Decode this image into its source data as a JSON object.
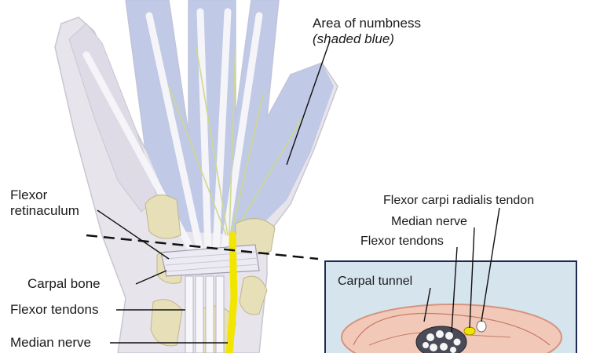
{
  "labels": {
    "area_of_numbness": "Area of numbness",
    "shaded_blue": "(shaded blue)",
    "flexor_retinaculum_line1": "Flexor",
    "flexor_retinaculum_line2": "retinaculum",
    "carpal_bone": "Carpal bone",
    "flexor_tendons_left": "Flexor tendons",
    "median_nerve_left": "Median nerve",
    "flexor_carpi_radialis_tendon": "Flexor carpi radialis tendon",
    "median_nerve_right": "Median nerve",
    "flexor_tendons_right": "Flexor tendons",
    "carpal_tunnel": "Carpal tunnel"
  },
  "colors": {
    "skin": "#e7e4ec",
    "numbness": "#b9c4e4",
    "tendon": "#f2f2f7",
    "bone": "#e6dfb8",
    "nerve": "#f2e600",
    "inset_bg": "#cfe0ec",
    "leader": "#111111"
  }
}
